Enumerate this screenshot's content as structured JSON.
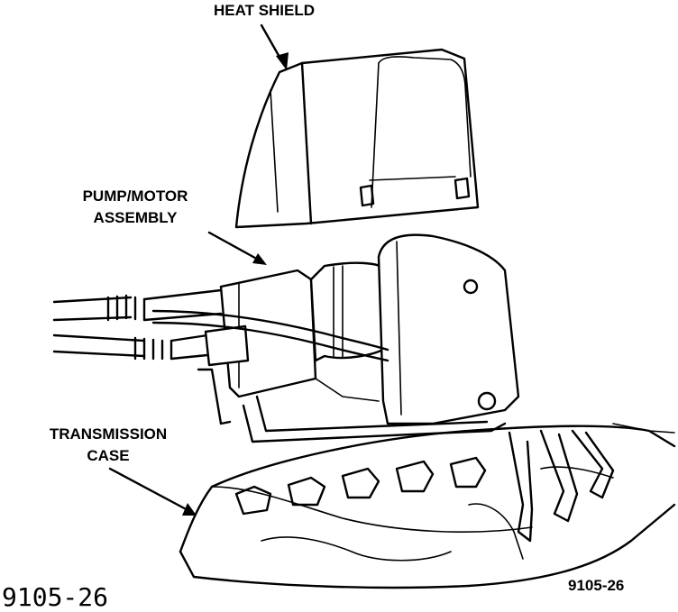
{
  "labels": {
    "heat_shield": "HEAT SHIELD",
    "pump_motor_line1": "PUMP/MOTOR",
    "pump_motor_line2": "ASSEMBLY",
    "transmission_line1": "TRANSMISSION",
    "transmission_line2": "CASE"
  },
  "figure_numbers": {
    "large": "9105-26",
    "small": "9105-26"
  }
}
